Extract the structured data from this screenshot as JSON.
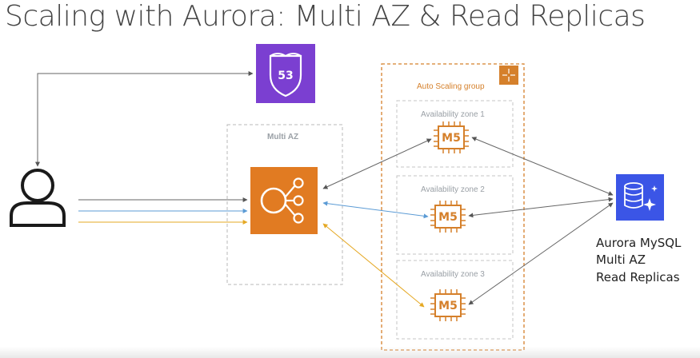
{
  "title": "Scaling with Aurora: Multi AZ & Read Replicas",
  "labels": {
    "multi_az": "Multi AZ",
    "asg": "Auto Scaling group",
    "az1": "Availability zone 1",
    "az2": "Availability zone 2",
    "az3": "Availability zone 3",
    "instance": "M5",
    "route53": "53",
    "aurora_lines": [
      "Aurora MySQL",
      "Multi AZ",
      "Read Replicas"
    ]
  },
  "colors": {
    "route53": "#7b3fd1",
    "elb": "#e17b22",
    "aurora": "#3b55e6",
    "ec2": "#d5802b",
    "blue_flow": "#5b9bd5",
    "yellow_flow": "#e5a823",
    "gray_flow": "#666666"
  },
  "icons": {
    "user": "user-icon",
    "route53": "route53-icon",
    "elb": "load-balancer-icon",
    "ec2": "ec2-instance-icon",
    "aurora": "aurora-database-icon",
    "asg": "auto-scaling-icon"
  }
}
